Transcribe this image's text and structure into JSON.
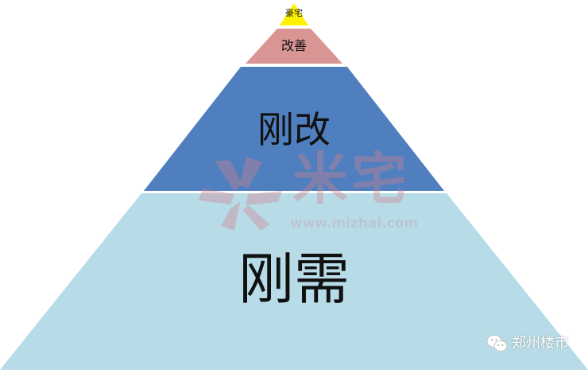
{
  "diagram": {
    "type": "pyramid",
    "layers": [
      {
        "label": "豪宅",
        "color": "#FFF200",
        "order": 1
      },
      {
        "label": "改善",
        "color": "#D99494",
        "order": 2
      },
      {
        "label": "刚改",
        "color": "#4F7FBF",
        "order": 3
      },
      {
        "label": "刚需",
        "color": "#B7DCE8",
        "order": 4
      }
    ]
  },
  "watermark": {
    "brand": "米宅",
    "url": "www.mizhai.com"
  },
  "credit": {
    "icon": "wechat-icon",
    "text": "郑州楼市"
  }
}
